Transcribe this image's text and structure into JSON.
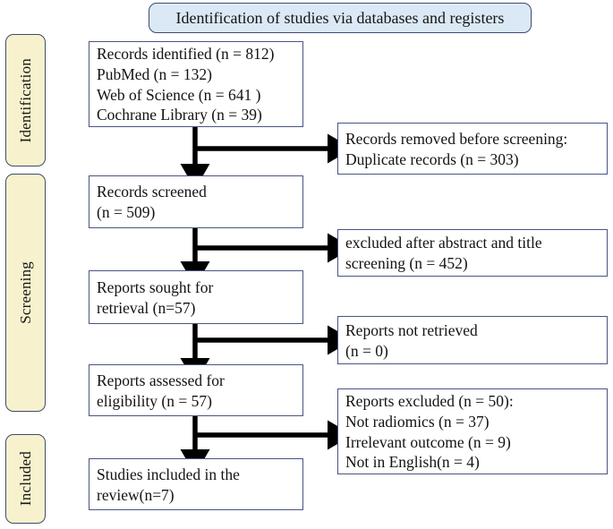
{
  "title": "PRISMA flow diagram",
  "colors": {
    "phase_fill": "#f7f2cd",
    "header_fill": "#dbe9f6",
    "box_border": "#4a5480",
    "phase_border": "#3f4a72",
    "arrow": "#000000",
    "page_background": "#ffffff"
  },
  "header": {
    "label": "Identification of studies via databases and registers"
  },
  "phases": [
    {
      "id": "identification",
      "label": "Identification"
    },
    {
      "id": "screening",
      "label": "Screening"
    },
    {
      "id": "included",
      "label": "Included"
    }
  ],
  "nodes": {
    "records_identified": {
      "lines": [
        "Records identified (n = 812)",
        "PubMed (n = 132)",
        "Web of Science (n = 641 )",
        "Cochrane Library (n = 39)"
      ]
    },
    "records_removed": {
      "lines": [
        "Records removed before screening:",
        "Duplicate records (n = 303)"
      ]
    },
    "records_screened": {
      "lines": [
        "Records screened",
        "(n = 509)"
      ]
    },
    "records_excluded": {
      "lines": [
        "excluded after abstract and title",
        "screening (n = 452)"
      ]
    },
    "reports_sought": {
      "lines": [
        "Reports sought for",
        "retrieval (n=57)"
      ]
    },
    "reports_not_retrieved": {
      "lines": [
        "Reports not retrieved",
        "(n = 0)"
      ]
    },
    "reports_assessed": {
      "lines": [
        "Reports assessed for",
        "eligibility (n = 57)"
      ]
    },
    "reports_excluded": {
      "lines": [
        "Reports excluded (n = 50):",
        "Not radiomics (n = 37)",
        "Irrelevant outcome (n = 9)",
        "Not in English(n = 4)"
      ]
    },
    "studies_included": {
      "lines": [
        "Studies included in the",
        "review(n=7)"
      ]
    }
  },
  "chart_data": {
    "type": "diagram",
    "diagram_type": "prisma-flow",
    "title": "Identification of studies via databases and registers",
    "stages": [
      "Identification",
      "Screening",
      "Included"
    ],
    "counts": {
      "records_identified_total": 812,
      "pubmed": 132,
      "web_of_science": 641,
      "cochrane_library": 39,
      "duplicate_records_removed": 303,
      "records_screened": 509,
      "excluded_after_abstract_and_title_screening": 452,
      "reports_sought_for_retrieval": 57,
      "reports_not_retrieved": 0,
      "reports_assessed_for_eligibility": 57,
      "reports_excluded_total": 50,
      "not_radiomics": 37,
      "irrelevant_outcome": 9,
      "not_in_english": 4,
      "studies_included_in_review": 7
    },
    "flow": [
      {
        "from": "records_identified",
        "to": "records_screened",
        "direction": "down"
      },
      {
        "from": "records_identified",
        "to": "records_removed",
        "direction": "right"
      },
      {
        "from": "records_screened",
        "to": "reports_sought",
        "direction": "down"
      },
      {
        "from": "records_screened",
        "to": "records_excluded",
        "direction": "right"
      },
      {
        "from": "reports_sought",
        "to": "reports_assessed",
        "direction": "down"
      },
      {
        "from": "reports_sought",
        "to": "reports_not_retrieved",
        "direction": "right"
      },
      {
        "from": "reports_assessed",
        "to": "studies_included",
        "direction": "down"
      },
      {
        "from": "reports_assessed",
        "to": "reports_excluded",
        "direction": "right"
      }
    ]
  }
}
